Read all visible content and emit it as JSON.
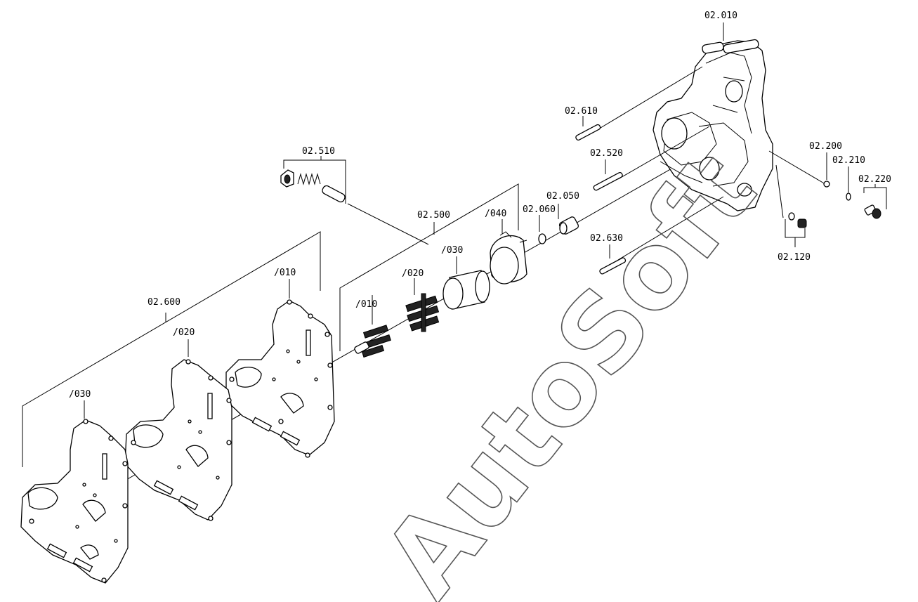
{
  "watermark": "AutoSoft",
  "labels": {
    "housing": "02.010",
    "pin_610": "02.610",
    "pin_520": "02.520",
    "spring_510": "02.510",
    "pump_500": "02.500",
    "sub_040": "/040",
    "sub_030_pump": "/030",
    "sub_020_pump": "/020",
    "sub_010_pump": "/010",
    "washer_060": "02.060",
    "bush_050": "02.050",
    "pin_630": "02.630",
    "ball_200": "02.200",
    "ring_210": "02.210",
    "plug_220": "02.220",
    "screw_120": "02.120",
    "plates_600": "02.600",
    "plate_010": "/010",
    "plate_020": "/020",
    "plate_030": "/030"
  }
}
